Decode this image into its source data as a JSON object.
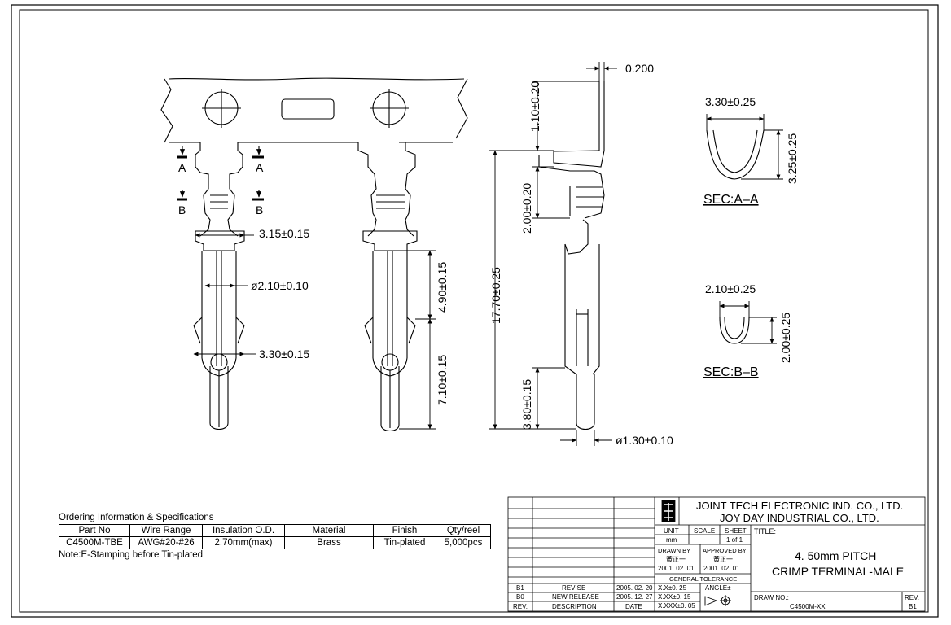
{
  "dimensions": {
    "thickness": "0.200",
    "h_1_10": "1.10±0.20",
    "h_2_00": "2.00±0.20",
    "h_17_70": "17.70±0.25",
    "h_3_80": "3.80±0.15",
    "d_1_30": "ø1.30±0.10",
    "w_3_15": "3.15±0.15",
    "d_2_10": "ø2.10±0.10",
    "w_3_30": "3.30±0.15",
    "h_4_90": "4.90±0.15",
    "h_7_10": "7.10±0.15"
  },
  "section_marks": {
    "a": "A",
    "b": "B"
  },
  "sec_aa": {
    "width": "3.30±0.25",
    "height": "3.25±0.25",
    "label": "SEC:A–A"
  },
  "sec_bb": {
    "width": "2.10±0.25",
    "height": "2.00±0.25",
    "label": "SEC:B–B"
  },
  "ordering": {
    "title": "Ordering Information & Specifications",
    "headers": [
      "Part No",
      "Wire Range",
      "Insulation O.D.",
      "Material",
      "Finish",
      "Qty/reel"
    ],
    "row": [
      "C4500M-TBE",
      "AWG#20-#26",
      "2.70mm(max)",
      "Brass",
      "Tin-plated",
      "5,000pcs"
    ],
    "note": "Note:E-Stamping before Tin-plated"
  },
  "title_block": {
    "company1": "JOINT TECH ELECTRONIC IND. CO., LTD.",
    "company2": "JOY DAY INDUSTRIAL CO., LTD.",
    "unit_label": "UNIT",
    "unit_value": "mm",
    "scale_label": "SCALE",
    "sheet_label": "SHEET",
    "sheet_value": "1 of 1",
    "drawn_label": "DRAWN BY",
    "drawn_name": "黃正一",
    "drawn_date": "2001. 02. 01",
    "approved_label": "APPROVED BY",
    "approved_name": "黃正一",
    "approved_date": "2001. 02. 01",
    "tolerance_label": "GENERAL TOLERANCE",
    "tol1": "X.X±0. 25",
    "tol2": "X.XX±0. 15",
    "tol3": "X.XXX±0. 05",
    "angle_label": "ANGLE±",
    "title_label": "TITLE:",
    "title1": "4. 50mm PITCH",
    "title2": "CRIMP TERMINAL-MALE",
    "drawno_label": "DRAW NO.:",
    "drawno_value": "C4500M-XX",
    "rev_label": "REV.",
    "rev_value": "B1",
    "revisions": [
      {
        "rev": "B1",
        "desc": "REVISE",
        "date": "2005. 02. 20"
      },
      {
        "rev": "B0",
        "desc": "NEW RELEASE",
        "date": "2005. 12. 27"
      }
    ],
    "hdr_rev": "REV.",
    "hdr_desc": "DESCRIPTION",
    "hdr_date": "DATE"
  }
}
